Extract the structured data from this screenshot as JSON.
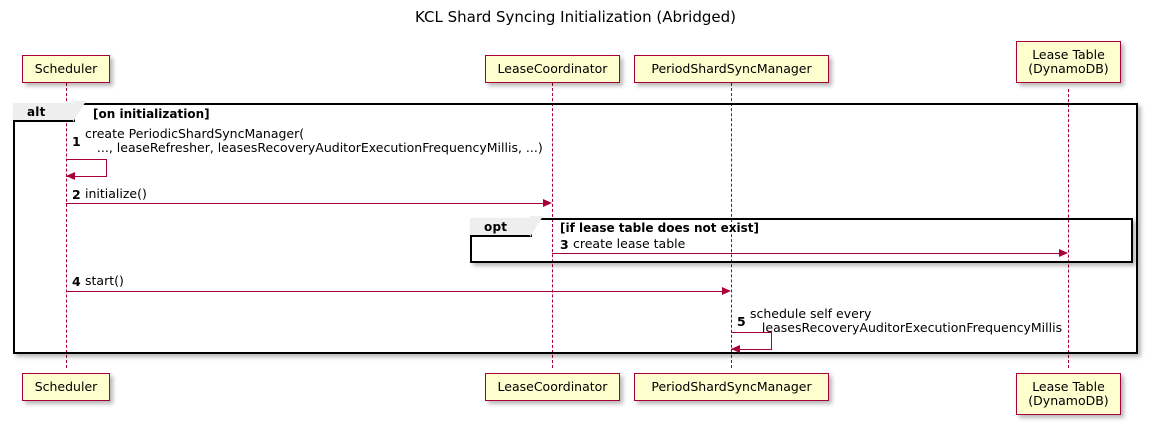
{
  "title": "KCL Shard Syncing Initialization (Abridged)",
  "colors": {
    "participant_fill": "#FEFECE",
    "participant_border": "#A80036",
    "arrow": "#A80036",
    "fragment_border": "#000000",
    "fragment_tab_fill": "#EEEEEE",
    "background": "#FFFFFF"
  },
  "participants": [
    {
      "id": "scheduler",
      "lines": [
        "Scheduler"
      ]
    },
    {
      "id": "lease-coordinator",
      "lines": [
        "LeaseCoordinator"
      ]
    },
    {
      "id": "period-shard-sync-manager",
      "lines": [
        "PeriodShardSyncManager"
      ]
    },
    {
      "id": "lease-table",
      "lines": [
        "Lease Table",
        "(DynamoDB)"
      ]
    }
  ],
  "fragments": [
    {
      "id": "alt",
      "keyword": "alt",
      "guard": "[on initialization]"
    },
    {
      "id": "opt",
      "keyword": "opt",
      "guard": "[if lease table does not exist]"
    }
  ],
  "messages": [
    {
      "number": "1",
      "from": "scheduler",
      "to": "scheduler",
      "self": true,
      "text_lines": [
        "create PeriodicShardSyncManager(",
        "   ..., leaseRefresher, leasesRecoveryAuditorExecutionFrequencyMillis, ...)"
      ]
    },
    {
      "number": "2",
      "from": "scheduler",
      "to": "lease-coordinator",
      "self": false,
      "text_lines": [
        "initialize()"
      ]
    },
    {
      "number": "3",
      "from": "lease-coordinator",
      "to": "lease-table",
      "self": false,
      "text_lines": [
        "create lease table"
      ]
    },
    {
      "number": "4",
      "from": "scheduler",
      "to": "period-shard-sync-manager",
      "self": false,
      "text_lines": [
        "start()"
      ]
    },
    {
      "number": "5",
      "from": "period-shard-sync-manager",
      "to": "period-shard-sync-manager",
      "self": true,
      "text_lines": [
        "schedule self every",
        "   leasesRecoveryAuditorExecutionFrequencyMillis"
      ]
    }
  ]
}
